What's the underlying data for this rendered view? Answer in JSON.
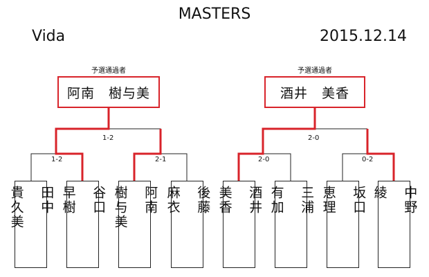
{
  "title": "MASTERS",
  "venue": "Vida",
  "date": "2015.12.14",
  "colors": {
    "winner": "#d8232a",
    "line": "#222222"
  },
  "finals": [
    {
      "label": "予選通過者",
      "name": "阿南　樹与美"
    },
    {
      "label": "予選通過者",
      "name": "酒井　美香"
    }
  ],
  "scores": {
    "left_semi": "1-2",
    "left_q1": "1-2",
    "left_q2": "2-1",
    "right_semi": "2-0",
    "right_q1": "2-0",
    "right_q2": "0-2"
  },
  "players": [
    {
      "name": "田中\n\n貴久美"
    },
    {
      "name": "谷口\n\n早樹"
    },
    {
      "name": "阿南\n\n樹与美"
    },
    {
      "name": "後藤\n\n麻衣"
    },
    {
      "name": "酒井\n\n美香"
    },
    {
      "name": "三浦\n\n有加"
    },
    {
      "name": "坂口\n\n恵理"
    },
    {
      "name": "中野\n\n綾"
    }
  ]
}
